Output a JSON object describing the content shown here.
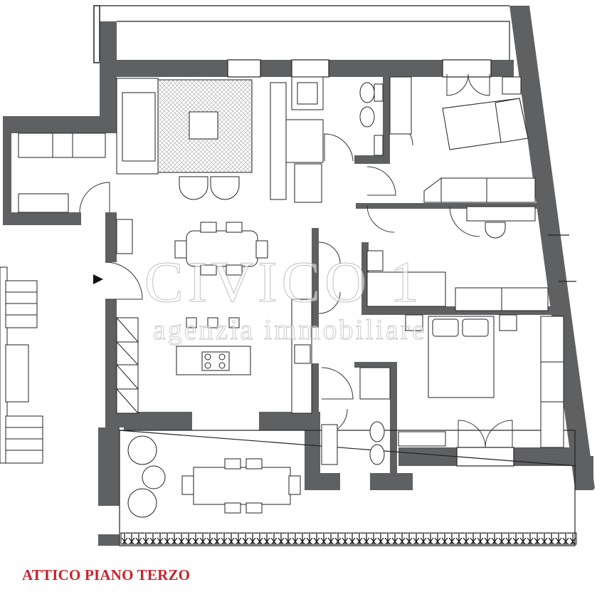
{
  "floor_plan": {
    "title": "ATTICO PIANO TERZO",
    "watermark": {
      "name": "CIVICO 1",
      "subtitle": "agenzia immobiliare"
    },
    "colors": {
      "wall": "#5f6062",
      "line": "#222222",
      "title": "#c8232c"
    }
  }
}
